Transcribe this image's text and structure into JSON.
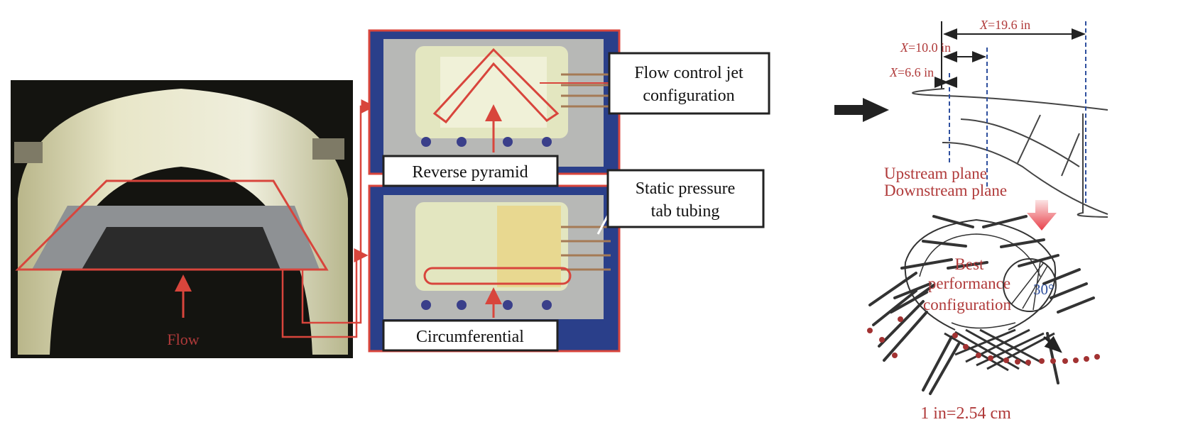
{
  "left_photo": {
    "flow_label": "Flow"
  },
  "middle_panels": {
    "top_callout": {
      "line1": "Flow control jet",
      "line2": "configuration"
    },
    "top_label": "Reverse pyramid",
    "bottom_callout": {
      "line1": "Static pressure",
      "line2": "tab tubing"
    },
    "bottom_label": "Circumferential"
  },
  "right_diagram": {
    "dim_far": {
      "var": "X",
      "value": "=19.6 in"
    },
    "dim_mid": {
      "var": "X",
      "value": "=10.0 in"
    },
    "dim_near": {
      "var": "X",
      "value": "=6.6 in"
    },
    "upstream_label": "Upstream plane",
    "downstream_label": "Downstream plane",
    "angle_label": "30°",
    "best_line1": "Best",
    "best_line2": "performance",
    "best_line3": "configuration",
    "scale_label": "1 in=2.54 cm"
  },
  "colors": {
    "accent_red": "#b03a3a",
    "arrow_red": "#d8453c",
    "dash_blue": "#2e4f9e",
    "panel_blue": "#2a3f8a"
  }
}
